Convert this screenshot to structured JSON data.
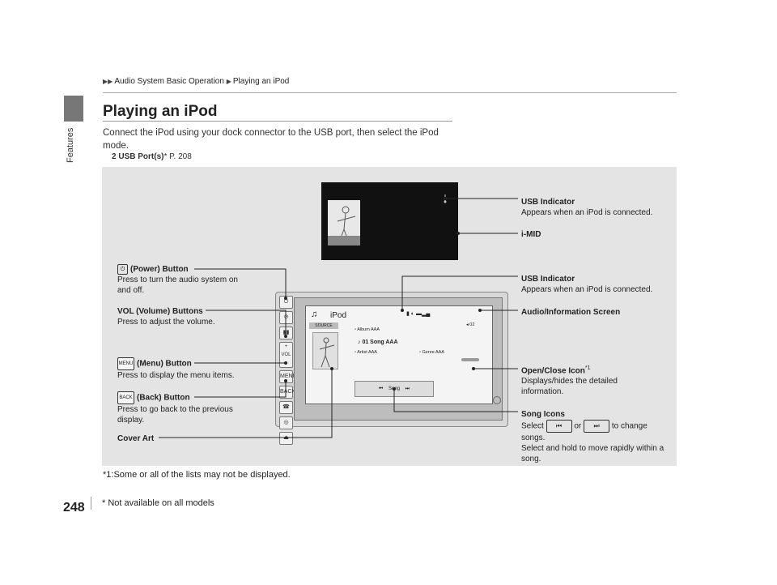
{
  "side_tab": {
    "label": "Features"
  },
  "breadcrumb": {
    "parent": "Audio System Basic Operation",
    "current": "Playing an iPod"
  },
  "heading": {
    "title": "Playing an iPod"
  },
  "intro": {
    "text": "Connect the iPod using your dock connector to the USB port, then select the iPod mode.",
    "xref_label": "USB Port(s)",
    "xref_star": "*",
    "xref_page": "P. 208"
  },
  "callouts": {
    "usb1_title": "USB Indicator",
    "usb1_desc": "Appears when an iPod is connected.",
    "imid": "i-MID",
    "usb2_title": "USB Indicator",
    "usb2_desc": "Appears when an iPod is connected.",
    "audio_screen": "Audio/Information Screen",
    "open_close_title": "Open/Close Icon",
    "open_close_sup": "*1",
    "open_close_desc": "Displays/hides the detailed information.",
    "song_icons_title": "Song Icons",
    "song_icons_select": "Select",
    "song_icons_or": "or",
    "song_icons_change": "to change songs.",
    "song_icons_hold": "Select and hold to move rapidly within a song.",
    "power_title": "(Power) Button",
    "power_desc": "Press to turn the audio system on and off.",
    "vol_title": "VOL (Volume) Buttons",
    "vol_desc": "Press to adjust the volume.",
    "menu_title": "(Menu) Button",
    "menu_desc": "Press to display the menu items.",
    "menu_icon": "MENU",
    "back_title": "(Back) Button",
    "back_desc": "Press to go back to the previous display.",
    "back_icon": "BACK",
    "cover_art": "Cover Art"
  },
  "screen": {
    "title": "iPod",
    "source": "SOURCE",
    "album": "Album AAA",
    "song": "01 Song AAA",
    "artist": "Artist AAA",
    "genre": "Genre AAA",
    "track_count": "02",
    "control_label": "Song"
  },
  "unit_buttons": {
    "vol": "VOL",
    "menu": "MENU",
    "back": "BACK"
  },
  "footnote": "*1:Some or all of the lists may not be displayed.",
  "page_number": "248",
  "availability": "* Not available on all models",
  "colors": {
    "panel": "#e4e4e4",
    "side_tab": "#777777",
    "imid_bg": "#111111"
  },
  "icons": [
    "power-icon",
    "menu-icon",
    "back-icon",
    "skip-back-icon",
    "skip-forward-icon",
    "usb-icon"
  ]
}
